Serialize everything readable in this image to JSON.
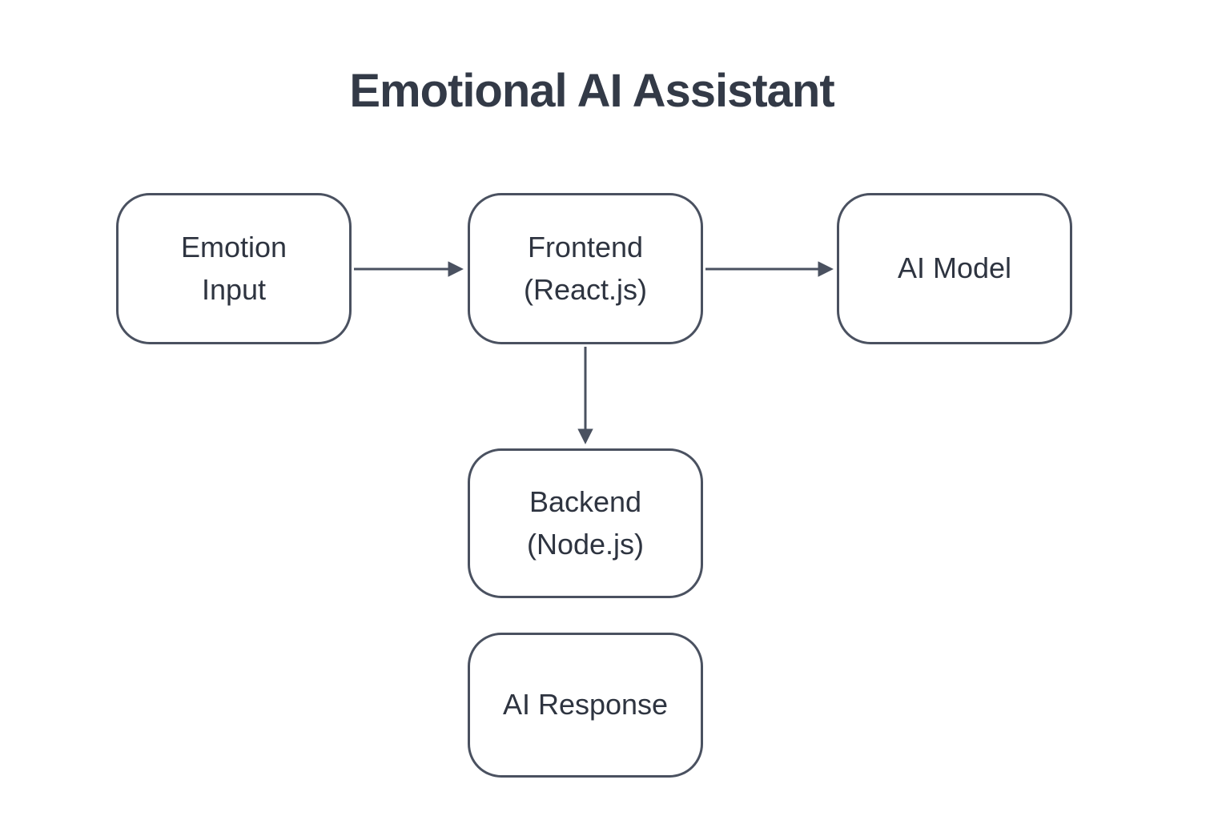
{
  "title": "Emotional AI Assistant",
  "colors": {
    "background": "#ffffff",
    "title_text": "#333a47",
    "node_border": "#4a5160",
    "node_text": "#2e3440",
    "arrow": "#4a5160"
  },
  "diagram": {
    "nodes": [
      {
        "id": "emotion-input",
        "label": "Emotion\nInput"
      },
      {
        "id": "frontend",
        "label": "Frontend\n(React.js)"
      },
      {
        "id": "ai-model",
        "label": "AI Model"
      },
      {
        "id": "backend",
        "label": "Backend\n(Node.js)"
      },
      {
        "id": "ai-response",
        "label": "AI Response"
      }
    ],
    "edges": [
      {
        "from": "Emotion Input",
        "to": "Frontend (React.js)",
        "direction": "right"
      },
      {
        "from": "Frontend (React.js)",
        "to": "AI Model",
        "direction": "right"
      },
      {
        "from": "Frontend (React.js)",
        "to": "Backend (Node.js)",
        "direction": "down"
      }
    ]
  }
}
